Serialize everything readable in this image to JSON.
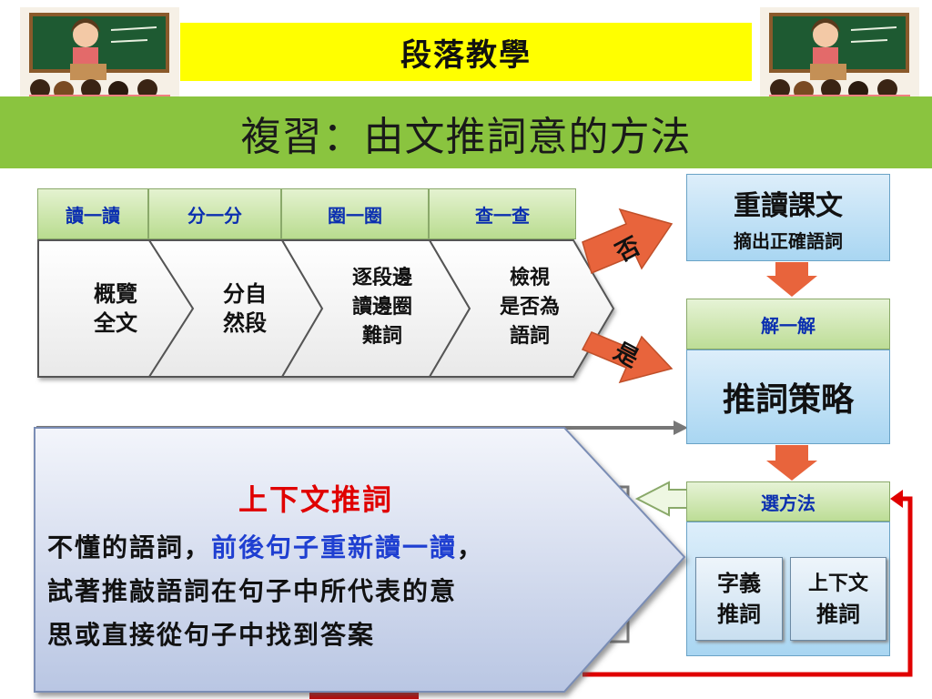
{
  "header": {
    "title": "段落教學",
    "subtitle": "複習：由文推詞意的方法"
  },
  "steps": [
    {
      "tab": "讀一讀",
      "text": [
        "概覽",
        "全文"
      ]
    },
    {
      "tab": "分一分",
      "text": [
        "分自",
        "然段"
      ]
    },
    {
      "tab": "圈一圈",
      "text": [
        "逐段邊",
        "讀邊圈",
        "難詞"
      ]
    },
    {
      "tab": "查一查",
      "text": [
        "檢視",
        "是否為",
        "語詞"
      ]
    }
  ],
  "decisions": {
    "no": "否",
    "yes": "是"
  },
  "right_panel": {
    "reread_title": "重讀課文",
    "reread_sub": "摘出正確語詞",
    "solve_tab": "解一解",
    "strategy": "推詞策略",
    "choose_tab": "選方法",
    "method1": [
      "字義",
      "推詞"
    ],
    "method2": [
      "上下文",
      "推詞"
    ]
  },
  "callout": {
    "title": "上下文推詞",
    "line1_prefix": "不懂的語詞，",
    "line1_highlight": "前後句子重新讀一讀",
    "line1_suffix": "，",
    "line2": "試著推敲語詞在句子中所代表的意",
    "line3": "思或直接從句子中找到答案"
  },
  "colors": {
    "header_yellow": "#ffff00",
    "header_green": "#8ac43f",
    "tab_text": "#0b2fb0",
    "arrow_orange": "#e8643c",
    "highlight_blue": "#1f3fd1",
    "callout_title_red": "#e00000",
    "loop_red": "#e00000"
  }
}
